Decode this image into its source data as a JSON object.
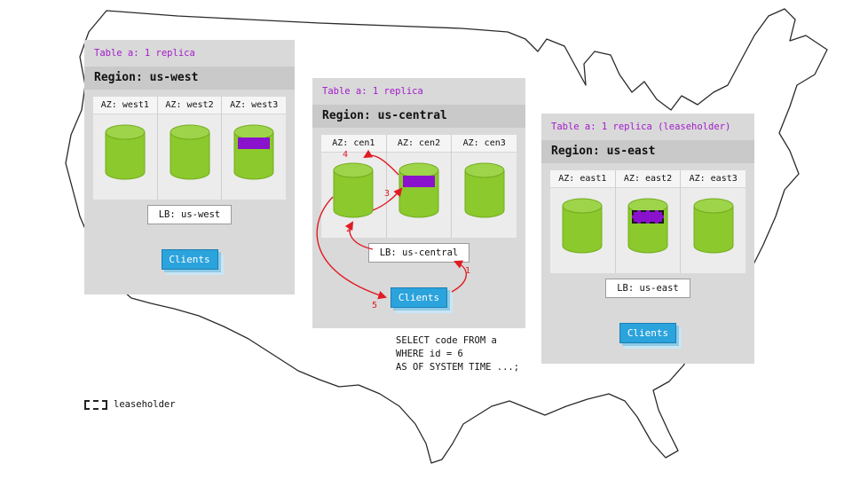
{
  "regions": [
    {
      "table_label": "Table a: 1 replica",
      "region_label": "Region: us-west",
      "azs": [
        {
          "label": "AZ: west1"
        },
        {
          "label": "AZ: west2"
        },
        {
          "label": "AZ: west3"
        }
      ],
      "lb_label": "LB: us-west",
      "clients_label": "Clients"
    },
    {
      "table_label": "Table a: 1 replica",
      "region_label": "Region: us-central",
      "azs": [
        {
          "label": "AZ: cen1"
        },
        {
          "label": "AZ: cen2"
        },
        {
          "label": "AZ: cen3"
        }
      ],
      "lb_label": "LB: us-central",
      "clients_label": "Clients"
    },
    {
      "table_label": "Table a: 1 replica (leaseholder)",
      "region_label": "Region: us-east",
      "azs": [
        {
          "label": "AZ: east1"
        },
        {
          "label": "AZ: east2"
        },
        {
          "label": "AZ: east3"
        }
      ],
      "lb_label": "LB: us-east",
      "clients_label": "Clients"
    }
  ],
  "arrows": [
    "1",
    "2",
    "3",
    "4",
    "5"
  ],
  "sql": [
    "SELECT code FROM a",
    "WHERE id = 6",
    "AS OF SYSTEM TIME ...;"
  ],
  "legend": {
    "label": "leaseholder"
  },
  "colors": {
    "replica_purple": "#8a12cc",
    "accent_purple": "#a31acb",
    "client_blue": "#2ba3dc",
    "db_green": "#8bc92c",
    "arrow_red": "#e01b24",
    "panel_gray": "#d9d9d9"
  }
}
